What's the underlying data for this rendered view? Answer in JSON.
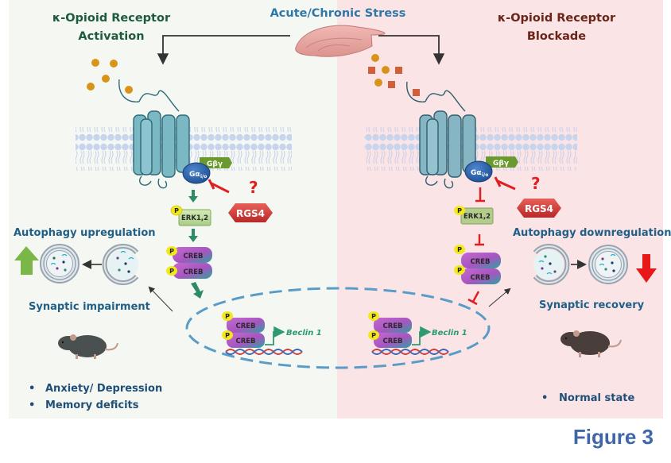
{
  "figure_label": "Figure 3",
  "stress_label": "Acute/Chronic Stress",
  "left_panel": {
    "title_line1": "κ-Opioid Receptor",
    "title_line2": "Activation",
    "background": "#f5f8f2",
    "title_color": "#1e5a3c",
    "gbg_label": "Gβγ",
    "galpha_label": "Gα",
    "galpha_sub": "i/o",
    "rgs_label": "RGS4",
    "question_mark": "?",
    "erk_label": "ERK1,2",
    "creb_label": "CREB",
    "p_label": "P",
    "beclin_label": "Beclin 1",
    "autophagy_label": "Autophagy upregulation",
    "synaptic_label": "Synaptic impairment",
    "arrow_direction": "up",
    "outcomes": [
      "Anxiety/ Depression",
      "Memory deficits"
    ],
    "signal_style": "activation"
  },
  "right_panel": {
    "title_line1": "κ-Opioid Receptor",
    "title_line2": "Blockade",
    "background": "#fbe4e6",
    "title_color": "#6b2418",
    "gbg_label": "Gβγ",
    "galpha_label": "Gα",
    "galpha_sub": "i/o",
    "rgs_label": "RGS4",
    "question_mark": "?",
    "erk_label": "ERK1,2",
    "creb_label": "CREB",
    "p_label": "P",
    "beclin_label": "Beclin 1",
    "autophagy_label": "Autophagy downregulation",
    "synaptic_label": "Synaptic recovery",
    "arrow_direction": "down",
    "outcomes": [
      "Normal state"
    ],
    "signal_style": "inhibition"
  },
  "colors": {
    "activation_arrow": "#2e8b6a",
    "inhibition": "#e02020",
    "agonist_dot": "#d89418",
    "antagonist_square": "#d0603a",
    "receptor": "#7ab8c4",
    "membrane": "#c6d4ee",
    "up_arrow": "#7ab648",
    "down_arrow": "#e81818",
    "nucleus_dash": "#5a9cc8",
    "figure_label": "#3f67a8"
  }
}
